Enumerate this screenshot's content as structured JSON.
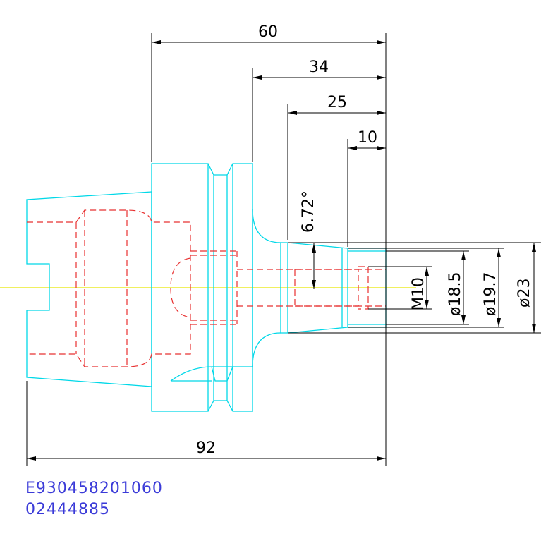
{
  "dimensions": {
    "d60": "60",
    "d34": "34",
    "d25": "25",
    "d10": "10",
    "d92": "92",
    "angle": "6.72°",
    "thread": "M10",
    "dia185": "ø18.5",
    "dia197": "ø19.7",
    "dia23": "ø23"
  },
  "part": {
    "code": "E930458201060",
    "number": "02444885"
  },
  "colors": {
    "outline": "#00d8e8",
    "hidden": "#e83030",
    "dimension": "#000000",
    "centerline": "#e8e800",
    "part_text": "#3a3ad8"
  }
}
